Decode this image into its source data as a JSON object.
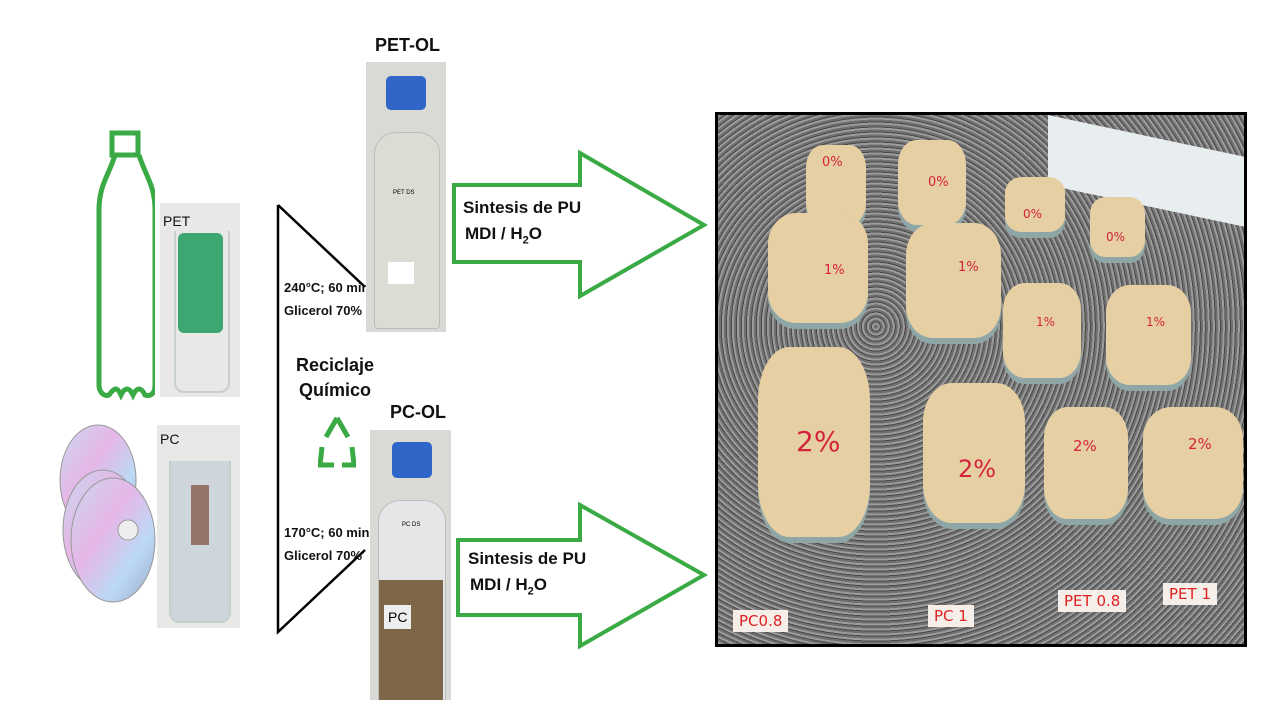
{
  "materials": {
    "pet": "PET",
    "pc": "PC"
  },
  "products": {
    "pet_ol": "PET-OL",
    "pc_ol": "PC-OL",
    "pet_bottle_label": "PET DS",
    "pc_bottle_label": "PC DS",
    "pc_jar_tag": "PC"
  },
  "process": {
    "title_line1": "Reciclaje",
    "title_line2": "Químico",
    "pet_conditions_line1": "240°C; 60 min",
    "pet_conditions_line2": "Glicerol 70%",
    "pc_conditions_line1": "170°C; 60 min",
    "pc_conditions_line2": "Glicerol 70%"
  },
  "arrows": [
    {
      "line1": "Sintesis de PU",
      "line2_pre": "MDI / H",
      "line2_sub": "2",
      "line2_post": "O"
    },
    {
      "line1": "Sintesis de PU",
      "line2_pre": "MDI / H",
      "line2_sub": "2",
      "line2_post": "O"
    }
  ],
  "photo": {
    "row_labels": [
      "0%",
      "1%",
      "2%"
    ],
    "tags": [
      "PC0.8",
      "PC 1",
      "PET 0.8",
      "PET 1"
    ]
  },
  "colors": {
    "green": "#3aaa44",
    "cap_blue": "#2f66c8",
    "label_red": "#d4233a"
  }
}
